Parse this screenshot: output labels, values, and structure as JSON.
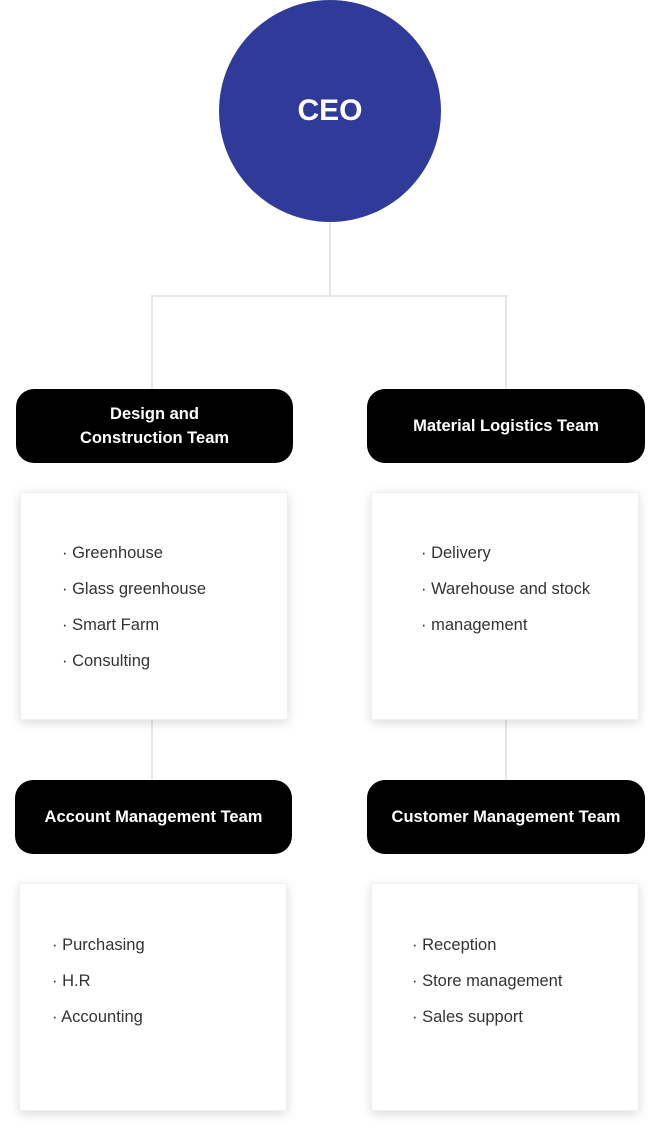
{
  "ceo": {
    "label": "CEO",
    "color": "#303a99"
  },
  "teams": [
    {
      "name": "Design and Construction Team",
      "lines": [
        "Design and",
        "Construction Team"
      ],
      "items": [
        "Greenhouse",
        "Glass greenhouse",
        "Smart Farm",
        "Consulting"
      ]
    },
    {
      "name": "Material Logistics Team",
      "lines": [
        "Material Logistics Team"
      ],
      "items": [
        "Delivery",
        "Warehouse and stock",
        "management"
      ]
    },
    {
      "name": "Account Management Team",
      "lines": [
        "Account Management Team"
      ],
      "items": [
        "Purchasing",
        "H.R",
        "Accounting"
      ]
    },
    {
      "name": "Customer Management Team",
      "lines": [
        "Customer Management Team"
      ],
      "items": [
        "Reception",
        "Store management",
        "Sales support"
      ]
    }
  ]
}
